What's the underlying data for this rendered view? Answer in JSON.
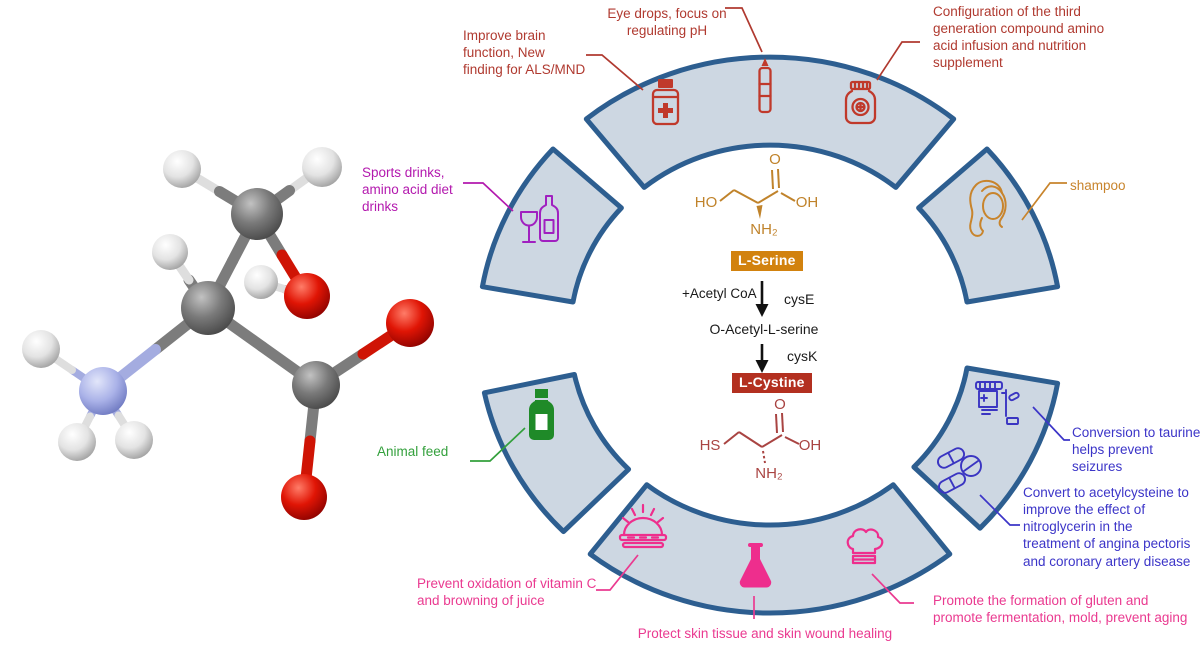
{
  "colors": {
    "segment_fill": "#cdd7e2",
    "segment_border": "#2d5e90",
    "pharma_red": "#c0392b",
    "annotation_red": "#b03a30",
    "magenta": "#b319ae",
    "orange": "#c8842c",
    "green": "#33a03c",
    "pink": "#ea3a90",
    "blue": "#3c35c8",
    "serine_box": "#d2820e",
    "cystine_box": "#b33020",
    "atom_carbon": "#7a7a7a",
    "atom_hydrogen": "#e8e8e8",
    "atom_oxygen": "#e01505",
    "atom_nitrogen": "#aab2e8"
  },
  "pathway": {
    "serine_label": "L-Serine",
    "cystine_label": "L-Cystine",
    "reagent": "+Acetyl CoA",
    "enzyme_1": "cysE",
    "intermediate": "O-Acetyl-L-serine",
    "enzyme_2": "cysK",
    "serine_structure": {
      "ho": "HO",
      "o": "O",
      "oh": "OH",
      "nh2": "NH₂"
    },
    "cysteine_structure": {
      "hs": "HS",
      "o": "O",
      "oh": "OH",
      "nh2": "NH₂"
    }
  },
  "annotations": {
    "brain": "Improve brain\nfunction, New\nfinding for ALS/MND",
    "eye_drops": "Eye drops, focus on\nregulating pH",
    "infusion": "Configuration of the third\ngeneration compound amino\nacid infusion and nutrition\nsupplement",
    "sports": "Sports drinks,\namino acid diet\ndrinks",
    "shampoo": "shampoo",
    "animal_feed": "Animal feed",
    "vitamin_c": "Prevent oxidation of vitamin C\nand browning of juice",
    "skin": "Protect skin tissue and skin wound healing",
    "gluten": "Promote the formation of gluten and\npromote fermentation, mold, prevent aging",
    "taurine": "Conversion to taurine\nhelps prevent seizures",
    "acetylcysteine": "Convert to acetylcysteine to\nimprove the effect of\nnitroglycerin in the\ntreatment of angina pectoris\nand coronary artery disease"
  },
  "segment_icons": {
    "pharma": [
      "medicine-bottle-icon",
      "eye-drops-bottle-icon",
      "supplement-jar-icon"
    ],
    "sports": [
      "wine-glass-icon",
      "drink-bottle-icon"
    ],
    "shampoo": [
      "woman-hair-icon"
    ],
    "feed": [
      "feed-bottle-icon"
    ],
    "food": [
      "covered-dish-sun-icon",
      "flask-icon",
      "chef-hat-icon"
    ],
    "medical": [
      "prescription-bottle-icon",
      "pills-icon"
    ]
  }
}
